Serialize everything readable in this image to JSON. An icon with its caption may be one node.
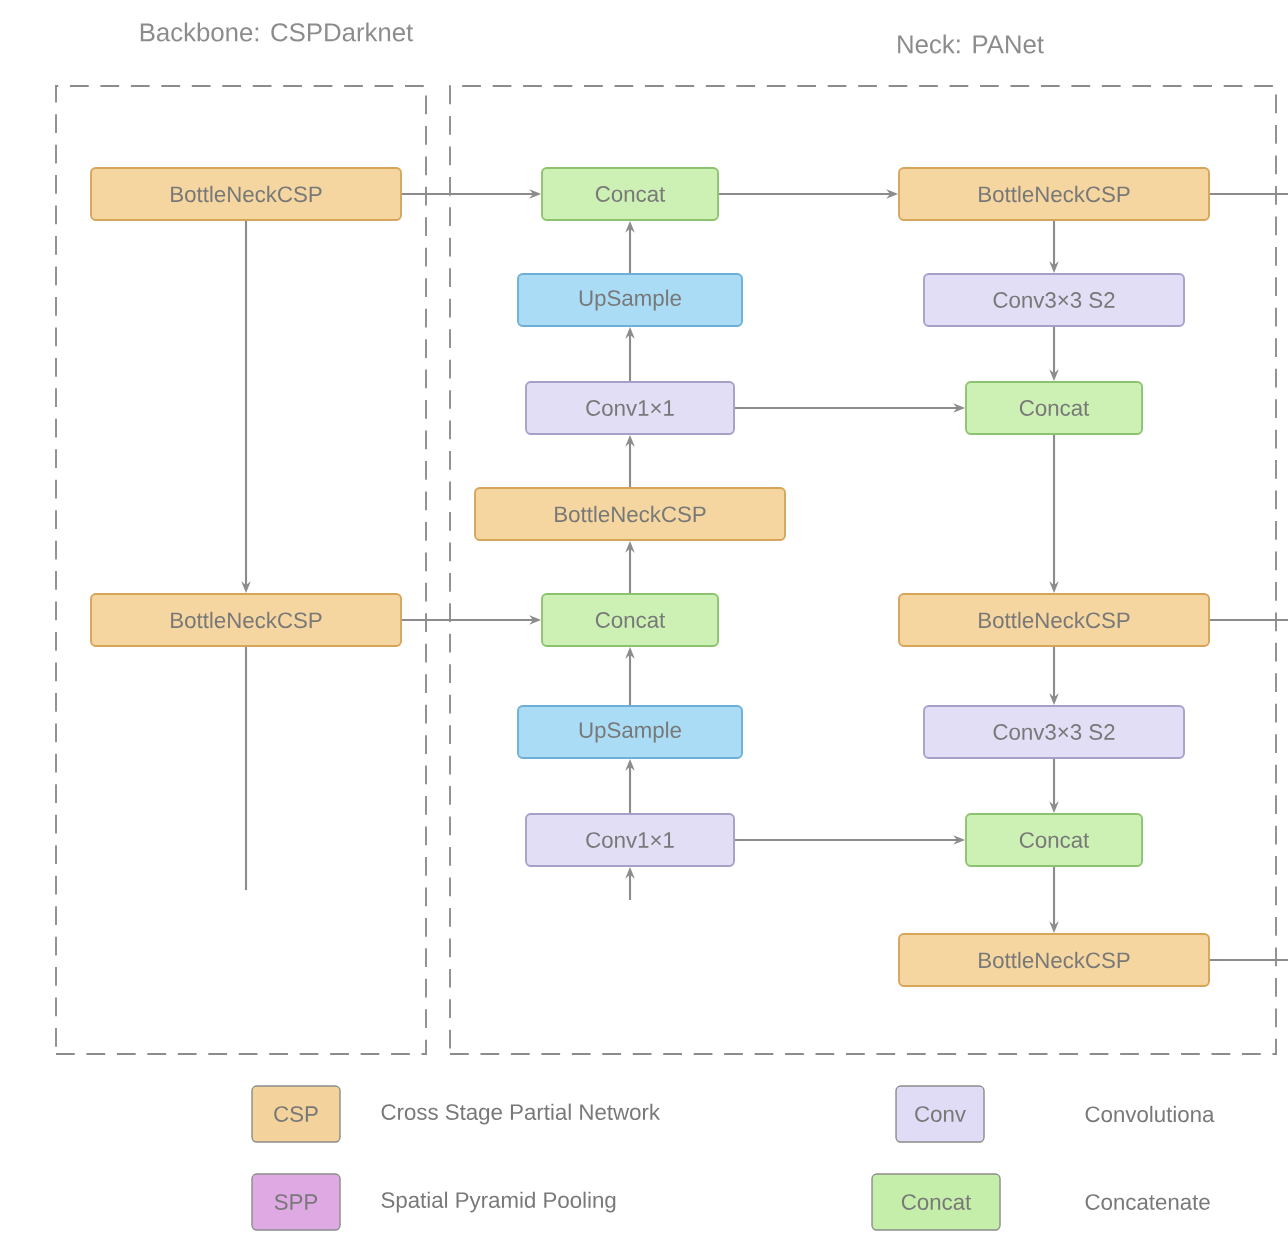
{
  "diagram": {
    "nodes": [
      {
        "text": [
          "Backbone: CSPDarknet"
        ]
      },
      {
        "text": [
          "Neck: PANet"
        ]
      },
      {
        "text": [
          "BottleNeckCSP"
        ],
        "in": 0
      },
      {
        "text": [
          "BottleNeckCSP"
        ],
        "in": 0
      },
      {
        "text": [
          "Concat"
        ],
        "in": 1
      },
      {
        "text": [
          "BottleNeckCSP"
        ],
        "in": 1
      },
      {
        "text": [
          "UpSample"
        ],
        "in": 1
      },
      {
        "text": [
          "Conv3×3 S2"
        ],
        "in": 1
      },
      {
        "text": [
          "Conv1×1"
        ],
        "in": 1
      },
      {
        "text": [
          "Concat"
        ],
        "in": 1
      },
      {
        "text": [
          "BottleNeckCSP"
        ],
        "in": 1
      },
      {
        "text": [
          "Concat"
        ],
        "in": 1
      },
      {
        "text": [
          "BottleNeckCSP"
        ],
        "in": 1
      },
      {
        "text": [
          "UpSample"
        ],
        "in": 1
      },
      {
        "text": [
          "Conv3×3 S2"
        ],
        "in": 1
      },
      {
        "text": [
          "Conv1×1"
        ],
        "in": 1
      },
      {
        "text": [
          "Concat"
        ],
        "in": 1
      },
      {
        "text": [
          "BottleNeckCSP"
        ],
        "in": 1
      }
    ],
    "edges": [
      {
        "from": 2,
        "to": 4,
        "arrow": "to"
      },
      {
        "from": 2,
        "to": 3,
        "arrow": "to"
      },
      {
        "from": 3,
        "to": 11,
        "arrow": "to"
      },
      {
        "from": 3,
        "to": null,
        "arrow": "none"
      },
      {
        "from": 4,
        "to": 5,
        "arrow": "to"
      },
      {
        "from": 5,
        "to": null,
        "arrow": "none"
      },
      {
        "from": 6,
        "to": 4,
        "arrow": "to"
      },
      {
        "from": 8,
        "to": 6,
        "arrow": "to"
      },
      {
        "from": 10,
        "to": 8,
        "arrow": "to"
      },
      {
        "from": 11,
        "to": 10,
        "arrow": "to"
      },
      {
        "from": 13,
        "to": 11,
        "arrow": "to"
      },
      {
        "from": 15,
        "to": 13,
        "arrow": "to"
      },
      {
        "from": null,
        "to": 15,
        "arrow": "to"
      },
      {
        "from": 5,
        "to": 7,
        "arrow": "to"
      },
      {
        "from": 7,
        "to": 9,
        "arrow": "to"
      },
      {
        "from": 8,
        "to": 9,
        "arrow": "to"
      },
      {
        "from": 9,
        "to": 12,
        "arrow": "to"
      },
      {
        "from": 12,
        "to": null,
        "arrow": "none"
      },
      {
        "from": 12,
        "to": 14,
        "arrow": "to"
      },
      {
        "from": 14,
        "to": 16,
        "arrow": "to"
      },
      {
        "from": 15,
        "to": 16,
        "arrow": "to"
      },
      {
        "from": 16,
        "to": 17,
        "arrow": "to"
      },
      {
        "from": 17,
        "to": null,
        "arrow": "none"
      }
    ],
    "labels": [
      "CSP",
      "Conv",
      "SPP",
      "Concat"
    ],
    "legend": [
      {
        "text": "Cross Stage Partial Network",
        "color": "#f3d29b"
      },
      {
        "text": "Convolutiona",
        "color": "#e0dcf6"
      },
      {
        "text": "Spatial Pyramid Pooling",
        "color": "#dfa9e3"
      },
      {
        "text": "Concatenate",
        "color": "#c5eeaa"
      }
    ]
  }
}
